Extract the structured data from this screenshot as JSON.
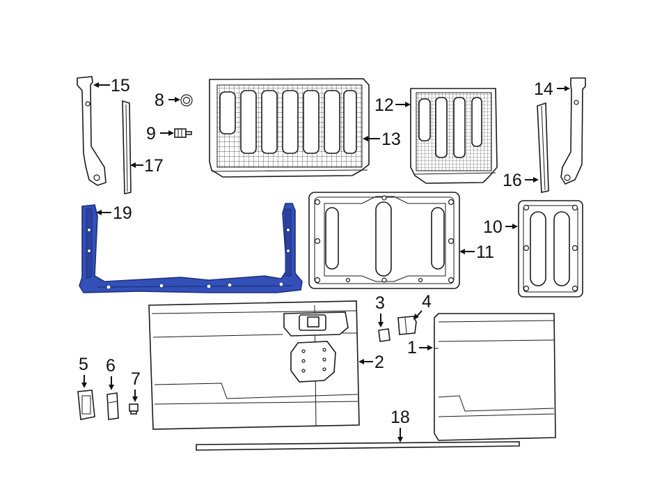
{
  "colors": {
    "line": "#1a1a1a",
    "highlight": "#3350b8",
    "highlight_dark": "#1d2f7a",
    "background": "#ffffff"
  },
  "callouts": {
    "c1": "1",
    "c2": "2",
    "c3": "3",
    "c4": "4",
    "c5": "5",
    "c6": "6",
    "c7": "7",
    "c8": "8",
    "c9": "9",
    "c10": "10",
    "c11": "11",
    "c12": "12",
    "c13": "13",
    "c14": "14",
    "c15": "15",
    "c16": "16",
    "c17": "17",
    "c18": "18",
    "c19": "19"
  },
  "highlighted_part": "19"
}
